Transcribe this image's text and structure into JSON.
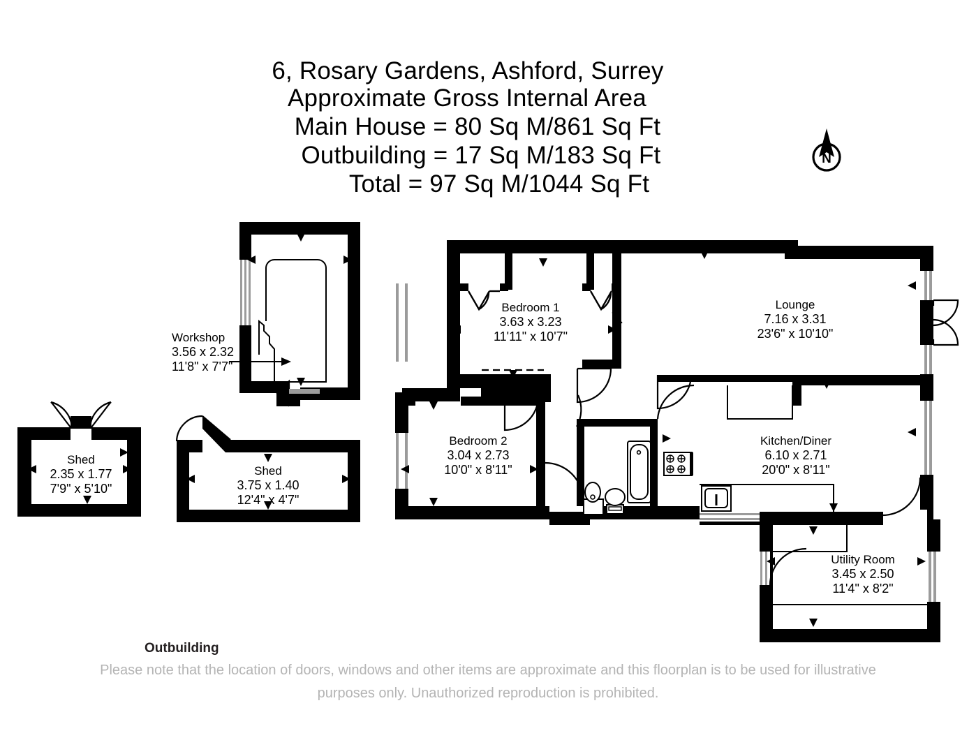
{
  "title": {
    "line1": "6, Rosary Gardens, Ashford, Surrey",
    "line2": "Approximate Gross Internal Area",
    "line3": "Main House = 80 Sq M/861 Sq Ft",
    "line4": "Outbuilding = 17 Sq M/183 Sq Ft",
    "line5": "Total = 97 Sq M/1044 Sq Ft"
  },
  "compass": {
    "label": "N",
    "icon": "compass-north-icon"
  },
  "rooms": [
    {
      "key": "bedroom1",
      "name": "Bedroom 1",
      "metric": "3.63 x 3.23",
      "imperial": "11'11\" x 10'7\""
    },
    {
      "key": "lounge",
      "name": "Lounge",
      "metric": "7.16 x 3.31",
      "imperial": "23'6\" x 10'10\""
    },
    {
      "key": "bedroom2",
      "name": "Bedroom 2",
      "metric": "3.04 x 2.73",
      "imperial": "10'0\" x 8'11\""
    },
    {
      "key": "kitchen_diner",
      "name": "Kitchen/Diner",
      "metric": "6.10 x 2.71",
      "imperial": "20'0\" x 8'11\""
    },
    {
      "key": "utility_room",
      "name": "Utility Room",
      "metric": "3.45 x 2.50",
      "imperial": "11'4\" x 8'2\""
    },
    {
      "key": "workshop",
      "name": "Workshop",
      "metric": "3.56 x 2.32",
      "imperial": "11'8\" x 7'7\""
    },
    {
      "key": "shed1",
      "name": "Shed",
      "metric": "2.35 x 1.77",
      "imperial": "7'9\" x 5'10\""
    },
    {
      "key": "shed2",
      "name": "Shed",
      "metric": "3.75 x 1.40",
      "imperial": "12'4\" x 4'7\""
    }
  ],
  "footer": {
    "outbuilding_label": "Outbuilding",
    "disclaimer_line1": "Please note that the location of doors, windows and other items are approximate and this floorplan is to be used for illustrative",
    "disclaimer_line2": "purposes only. Unauthorized reproduction is prohibited."
  },
  "colors": {
    "wall": "#000000",
    "paper": "#ffffff",
    "fixture_line": "#000000",
    "window_glass": "#9b9b9b",
    "disclaimer_text": "#b4b4b4",
    "outbuilding_text": "#231f20"
  }
}
